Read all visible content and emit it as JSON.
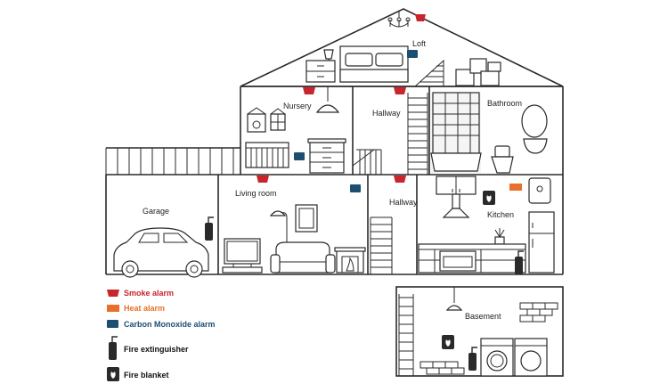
{
  "rooms": {
    "loft": "Loft",
    "nursery": "Nursery",
    "hallway_upper": "Hallway",
    "bathroom": "Bathroom",
    "garage": "Garage",
    "living_room": "Living room",
    "hallway_lower": "Hallway",
    "kitchen": "Kitchen",
    "basement": "Basement"
  },
  "legend": {
    "smoke_alarm": "Smoke alarm",
    "heat_alarm": "Heat alarm",
    "co_alarm": "Carbon Monoxide alarm",
    "fire_extinguisher": "Fire extinguisher",
    "fire_blanket": "Fire blanket"
  },
  "colors": {
    "smoke_alarm": "#c8252c",
    "heat_alarm": "#e8702a",
    "co_alarm": "#1d4f73",
    "line": "#2a2a2a"
  },
  "icons": {
    "smoke_alarm": "smoke-alarm-icon",
    "heat_alarm": "heat-alarm-icon",
    "co_alarm": "co-alarm-icon",
    "fire_extinguisher": "fire-extinguisher-icon",
    "fire_blanket": "fire-blanket-icon"
  }
}
